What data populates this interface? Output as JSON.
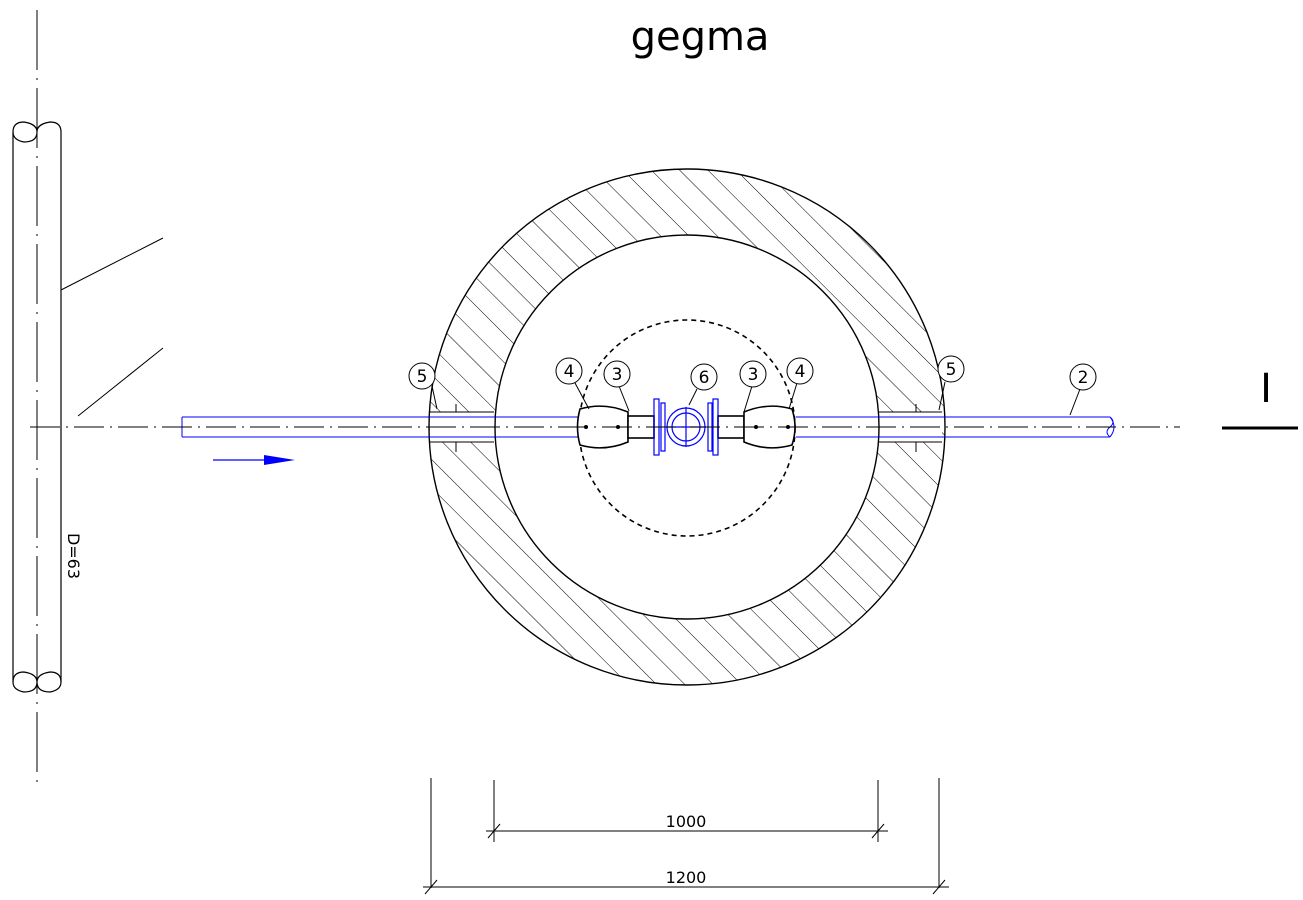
{
  "title": "gegma",
  "main_pipe_label": "D=63",
  "section_mark": "I",
  "callouts": [
    "5",
    "4",
    "3",
    "6",
    "3",
    "4",
    "5",
    "2"
  ],
  "dimensions": {
    "inner": "1000",
    "outer": "1200"
  },
  "colors": {
    "line": "#000000",
    "pipe": "#0000ff"
  }
}
